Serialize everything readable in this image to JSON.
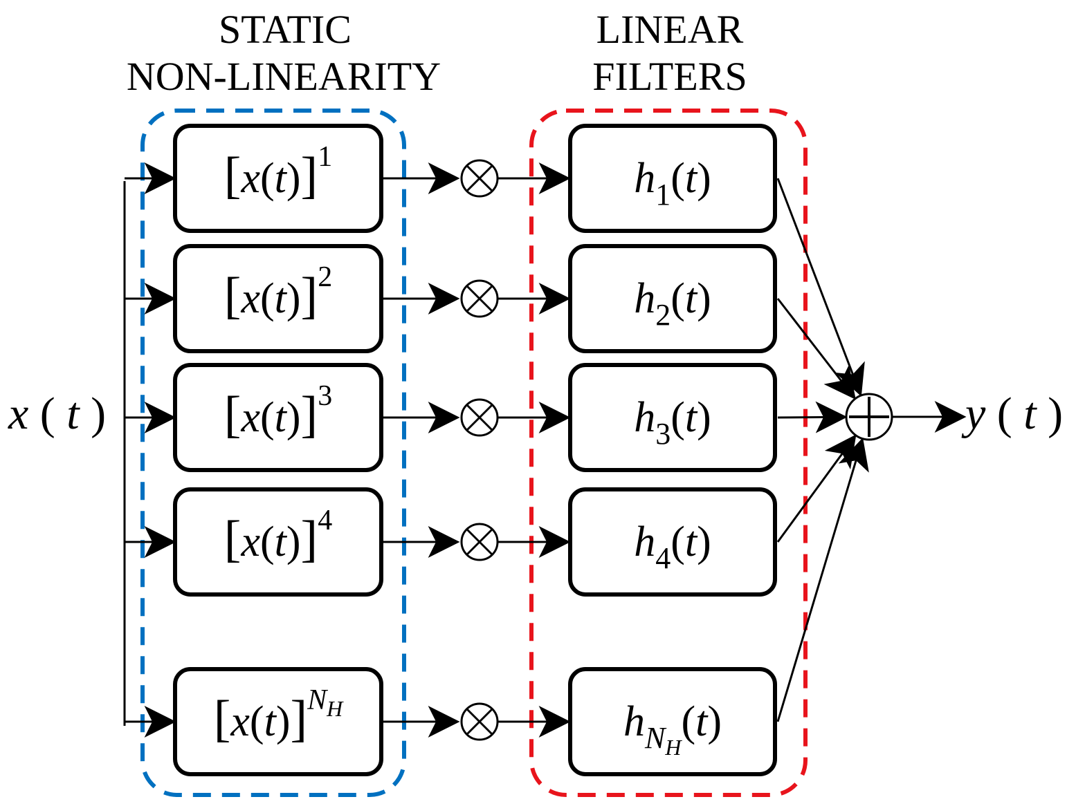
{
  "headers": {
    "static_line1": "STATIC",
    "static_line2": "NON-LINEARITY",
    "linear_line1": "LINEAR",
    "linear_line2": "FILTERS"
  },
  "input": {
    "var": "x",
    "arg": "t"
  },
  "output": {
    "var": "y",
    "arg": "t"
  },
  "nonlinear_blocks": [
    {
      "base": "x",
      "arg": "t",
      "exponent": "1"
    },
    {
      "base": "x",
      "arg": "t",
      "exponent": "2"
    },
    {
      "base": "x",
      "arg": "t",
      "exponent": "3"
    },
    {
      "base": "x",
      "arg": "t",
      "exponent": "4"
    },
    {
      "base": "x",
      "arg": "t",
      "exponent": "N",
      "exponent_sub": "H"
    }
  ],
  "filter_blocks": [
    {
      "name": "h",
      "sub": "1",
      "arg": "t"
    },
    {
      "name": "h",
      "sub": "2",
      "arg": "t"
    },
    {
      "name": "h",
      "sub": "3",
      "arg": "t"
    },
    {
      "name": "h",
      "sub": "4",
      "arg": "t"
    },
    {
      "name": "h",
      "sub": "N",
      "subsub": "H",
      "arg": "t"
    }
  ],
  "multiply_symbol": "⊗",
  "sum_symbol": "+",
  "colors": {
    "static_group": "#0070c0",
    "filter_group": "#e8141c",
    "stroke": "#000000"
  }
}
